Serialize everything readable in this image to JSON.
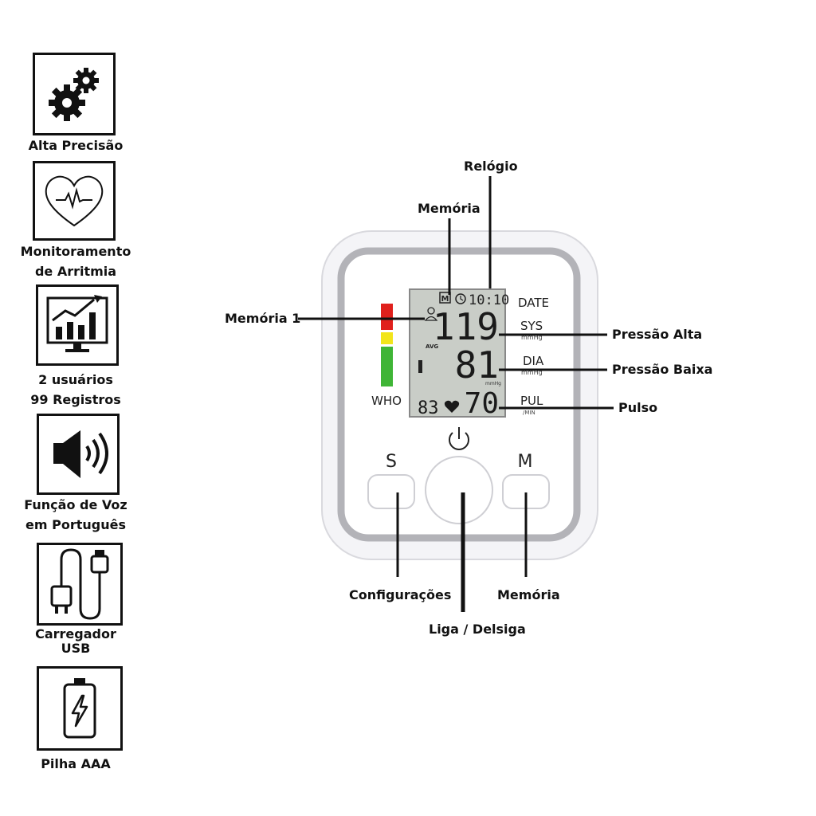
{
  "features": [
    {
      "caption": "Alta Precisão",
      "icon": "gears-icon"
    },
    {
      "caption": "Monitoramento\nde Arritmia",
      "icon": "heart-pulse-icon"
    },
    {
      "caption": "2  usuários\n99 Registros",
      "icon": "growth-chart-monitor-icon"
    },
    {
      "caption": "Função de Voz\nem Português",
      "icon": "speaker-icon"
    },
    {
      "caption": "Carregador\nUSB",
      "icon": "usb-cable-icon"
    },
    {
      "caption": "Pilha AAA",
      "icon": "battery-icon"
    }
  ],
  "callouts": {
    "relogio": "Relógio",
    "memoria_top": "Memória",
    "memoria1": "Memória 1",
    "pressao_alta": "Pressão Alta",
    "pressao_baixa": "Pressão Baixa",
    "pulso": "Pulso",
    "configuracoes": "Configurações",
    "memoria_bottom": "Memória",
    "liga": "Liga / Delsiga"
  },
  "device": {
    "screen": {
      "memory_flag": "M",
      "clock": "10:10",
      "avg": "AVG",
      "sys_value": "119",
      "dia_value": "81",
      "pul_value": "70",
      "memory_count": "83",
      "unit_mmhg": "mmHg",
      "unit_min": "/MIN"
    },
    "labels": {
      "date": "DATE",
      "sys": "SYS",
      "sys_unit": "mmHg",
      "dia": "DIA",
      "dia_unit": "mmHg",
      "pul": "PUL",
      "pul_unit": "/MIN",
      "who": "WHO",
      "s_button": "S",
      "m_button": "M"
    },
    "colors": {
      "who_red": "#e0201c",
      "who_yellow": "#f2e51b",
      "who_green": "#3fb536",
      "lcd_bg": "#c9cdc7"
    }
  }
}
